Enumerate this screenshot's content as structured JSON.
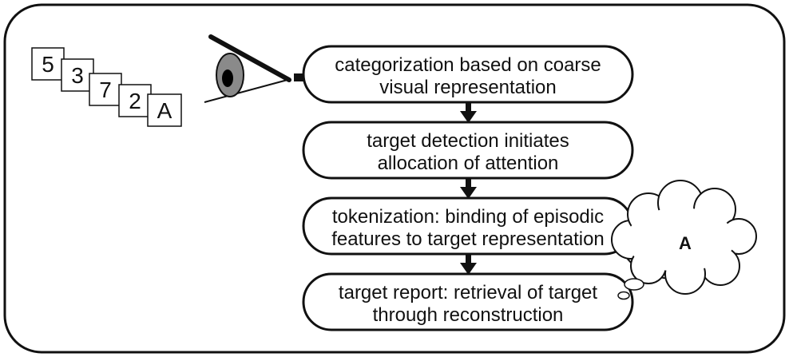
{
  "stream": {
    "items": [
      "5",
      "3",
      "7",
      "2",
      "A"
    ]
  },
  "stages": [
    {
      "lines": [
        "categorization based on coarse",
        "visual representation"
      ]
    },
    {
      "lines": [
        "target detection initiates",
        "allocation of attention"
      ]
    },
    {
      "lines": [
        "tokenization: binding of episodic",
        "features to target representation"
      ]
    },
    {
      "lines": [
        "target report: retrieval of target",
        "through reconstruction"
      ]
    }
  ],
  "thought": {
    "text": "A"
  },
  "icons": {
    "eye": "eye-icon",
    "arrow": "arrow-icon",
    "cloud": "thought-cloud-icon"
  }
}
